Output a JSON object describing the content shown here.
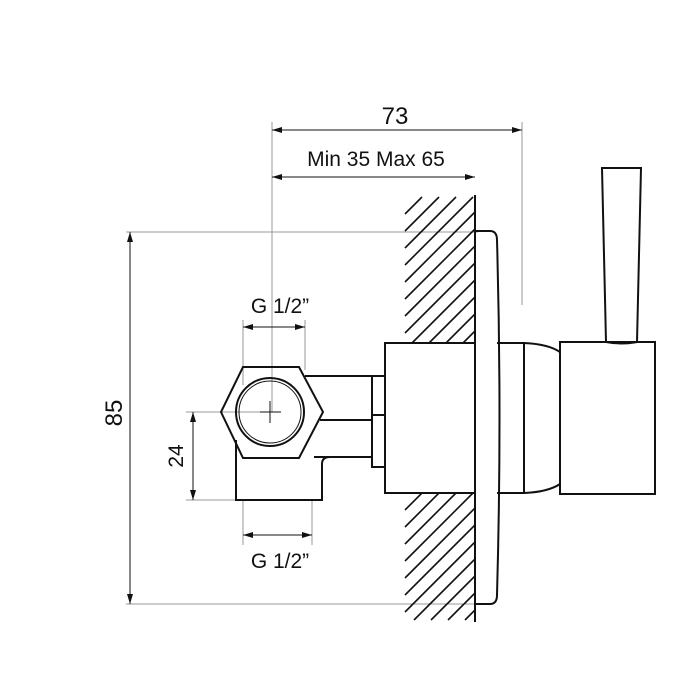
{
  "dimensions": {
    "overall_depth": "73",
    "wall_depth": "Min 35 Max 65",
    "height": "85",
    "outlet_offset": "24",
    "thread_top": "G 1/2”",
    "thread_bottom": "G 1/2”"
  }
}
